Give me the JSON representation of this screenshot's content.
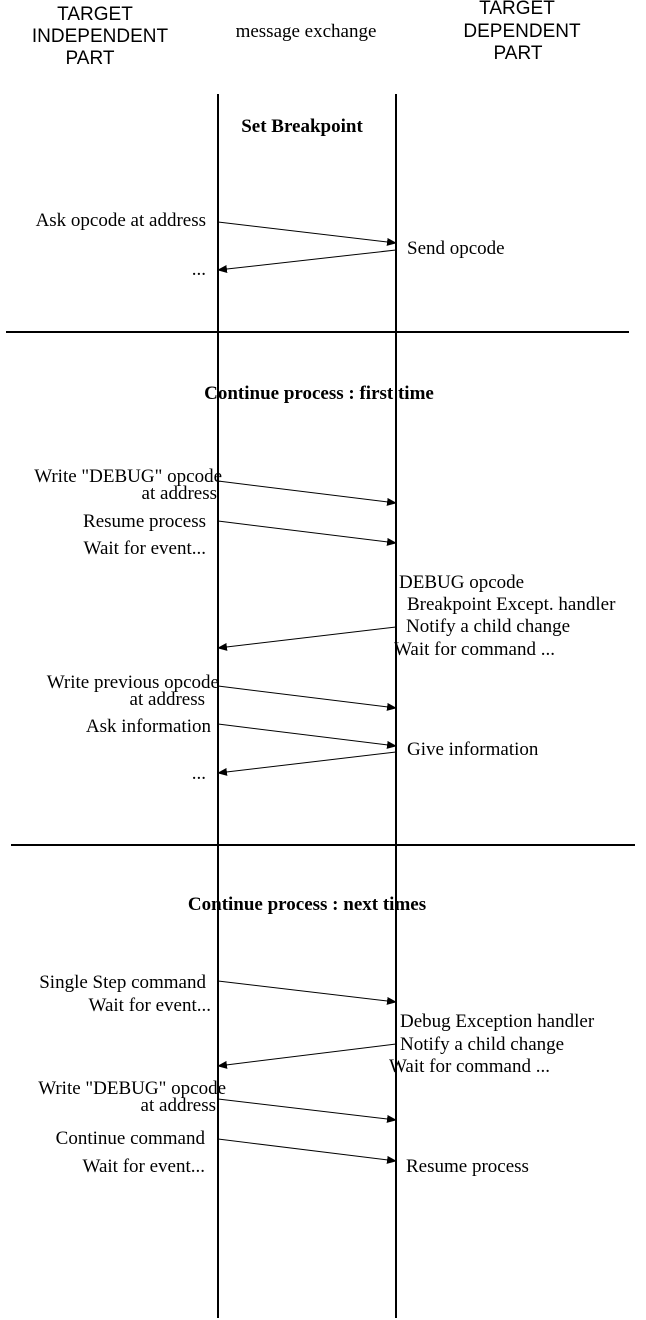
{
  "headers": {
    "left": [
      "TARGET",
      "INDEPENDENT",
      "PART"
    ],
    "middle": "message exchange",
    "right": [
      "TARGET",
      "DEPENDENT",
      "PART"
    ]
  },
  "sections": [
    {
      "title": "Set Breakpoint",
      "left_labels": [
        "Ask opcode at address",
        "..."
      ],
      "right_labels": [
        "Send opcode"
      ]
    },
    {
      "title": "Continue process : first time",
      "left_labels": [
        "Write \"DEBUG\" opcode",
        "at address",
        "Resume process",
        "Wait for event...",
        "Write previous opcode",
        "at address",
        "Ask information",
        "..."
      ],
      "right_labels": [
        "DEBUG opcode",
        "Breakpoint Except. handler",
        "Notify a child change",
        "Wait for command ...",
        "Give information"
      ]
    },
    {
      "title": "Continue process : next times",
      "left_labels": [
        "Single Step command",
        "Wait for event...",
        "Write \"DEBUG\" opcode",
        "at address",
        "Continue command",
        "Wait for event..."
      ],
      "right_labels": [
        "Debug Exception handler",
        "Notify a child change",
        "Wait for command ...",
        "Resume process"
      ]
    }
  ],
  "messages": [
    {
      "from": "left",
      "to": "right",
      "label": "Ask opcode at address"
    },
    {
      "from": "right",
      "to": "left",
      "label": "Send opcode"
    },
    {
      "from": "left",
      "to": "right",
      "label": "Write \"DEBUG\" opcode at address"
    },
    {
      "from": "left",
      "to": "right",
      "label": "Resume process"
    },
    {
      "from": "right",
      "to": "left",
      "label": "Notify a child change"
    },
    {
      "from": "left",
      "to": "right",
      "label": "Write previous opcode at address"
    },
    {
      "from": "left",
      "to": "right",
      "label": "Ask information"
    },
    {
      "from": "right",
      "to": "left",
      "label": "Give information"
    },
    {
      "from": "left",
      "to": "right",
      "label": "Single Step command"
    },
    {
      "from": "right",
      "to": "left",
      "label": "Notify a child change"
    },
    {
      "from": "left",
      "to": "right",
      "label": "Write \"DEBUG\" opcode at address"
    },
    {
      "from": "left",
      "to": "right",
      "label": "Continue command"
    }
  ]
}
